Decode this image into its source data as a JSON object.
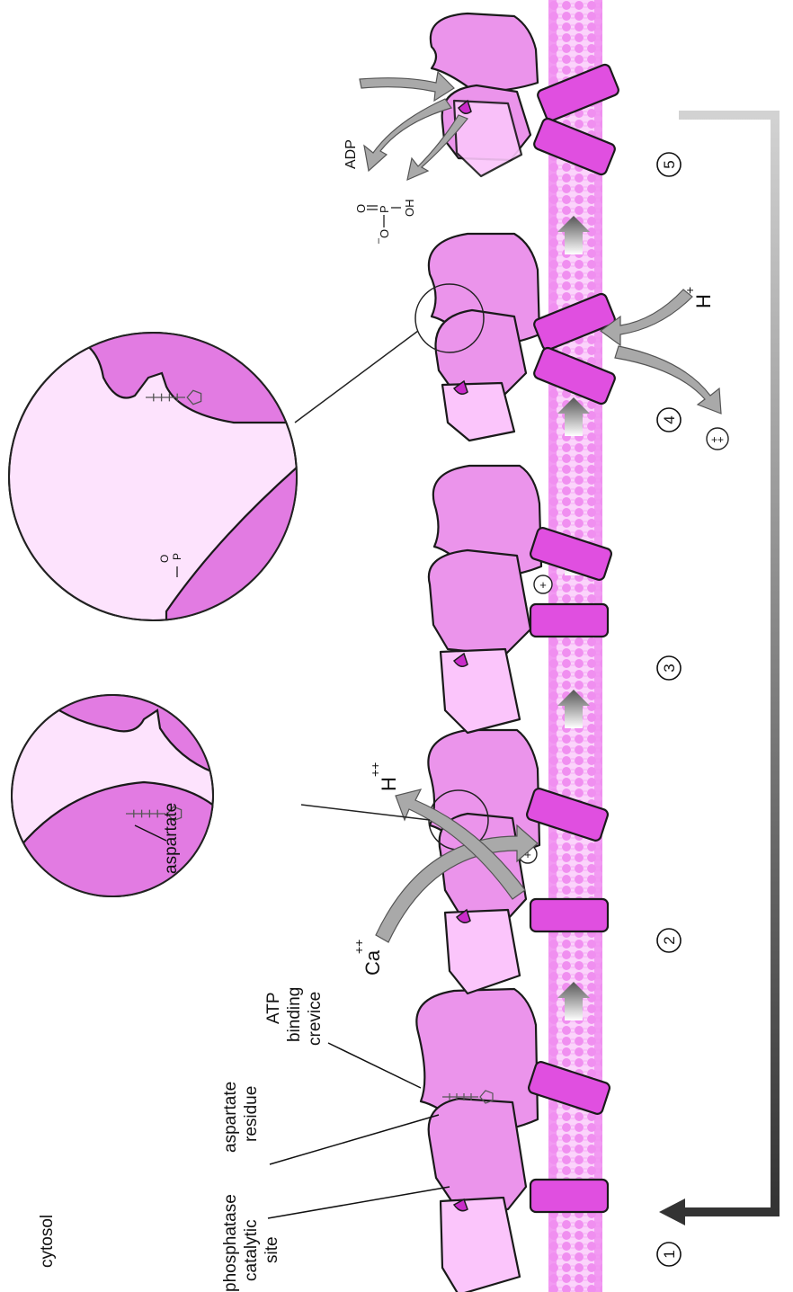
{
  "compartment_label": "cytosol",
  "labels": {
    "phosphatase_site": [
      "phosphatase",
      "catalytic",
      "site"
    ],
    "aspartate_residue": [
      "aspartate",
      "residue"
    ],
    "atp_crevice": [
      "ATP",
      "binding",
      "crevice"
    ],
    "aspartate": "aspartate",
    "ca": "Ca",
    "ca_sup": "++",
    "h_out": "H",
    "h_out_sup": "++",
    "h_in": "H",
    "h_in_sup": "+",
    "adp": "ADP",
    "phosphate": [
      "O",
      "P",
      "O",
      "OH"
    ],
    "phosphate_charges": [
      "–",
      "–"
    ]
  },
  "step_numbers": [
    "1",
    "2",
    "3",
    "4",
    "5"
  ],
  "colors": {
    "domain_dark": "#e27be2",
    "domain_mid": "#eb94eb",
    "domain_light": "#fbc5fb",
    "zoom_bg": "#fde3fd",
    "helix": "#e04fe0",
    "membrane": "#f08ff0",
    "arrow_gray": "#a9a9a9",
    "return_arrow": "#333333"
  },
  "icons": {
    "atp": "atp-molecule-icon",
    "phosphate": "phosphate-icon",
    "cation": "cation-icon"
  }
}
